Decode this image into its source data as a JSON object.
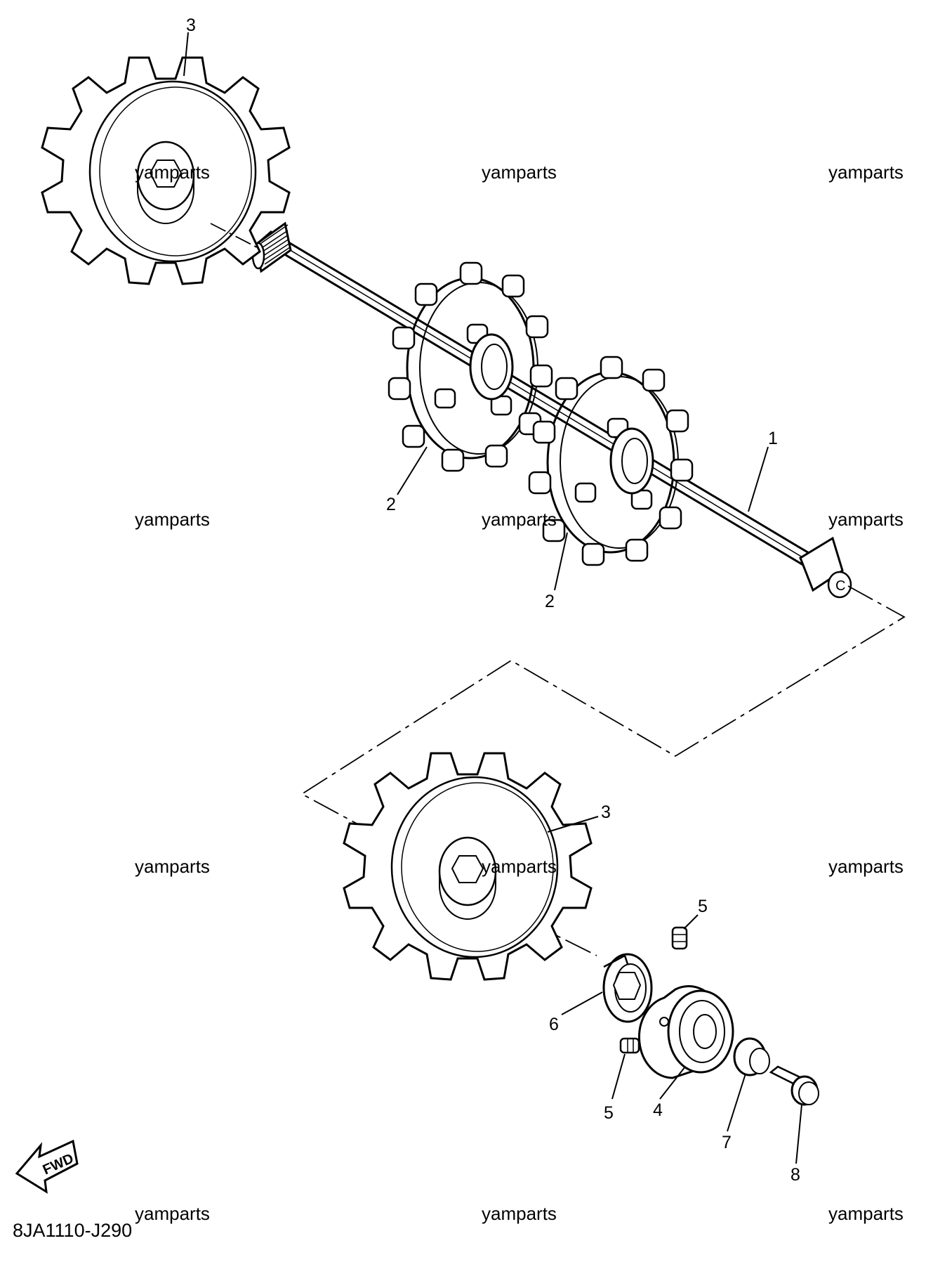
{
  "callouts": {
    "c1": "1",
    "c2a": "2",
    "c2b": "2",
    "c3top": "3",
    "c3bottom": "3",
    "c4": "4",
    "c5top": "5",
    "c5bottom": "5",
    "c6": "6",
    "c7": "7",
    "c8": "8"
  },
  "watermarks": {
    "r1a": "yamparts",
    "r1b": "yamparts",
    "r1c": "yamparts",
    "r2a": "yamparts",
    "r2b": "yamparts",
    "r2c": "yamparts",
    "r3a": "yamparts",
    "r3b": "yamparts",
    "r3c": "yamparts",
    "r4a": "yamparts",
    "r4b": "yamparts",
    "r4c": "yamparts"
  },
  "shaft_end_mark": "C",
  "fwd_label": "FWD",
  "drawing_code": "8JA1110-J290"
}
